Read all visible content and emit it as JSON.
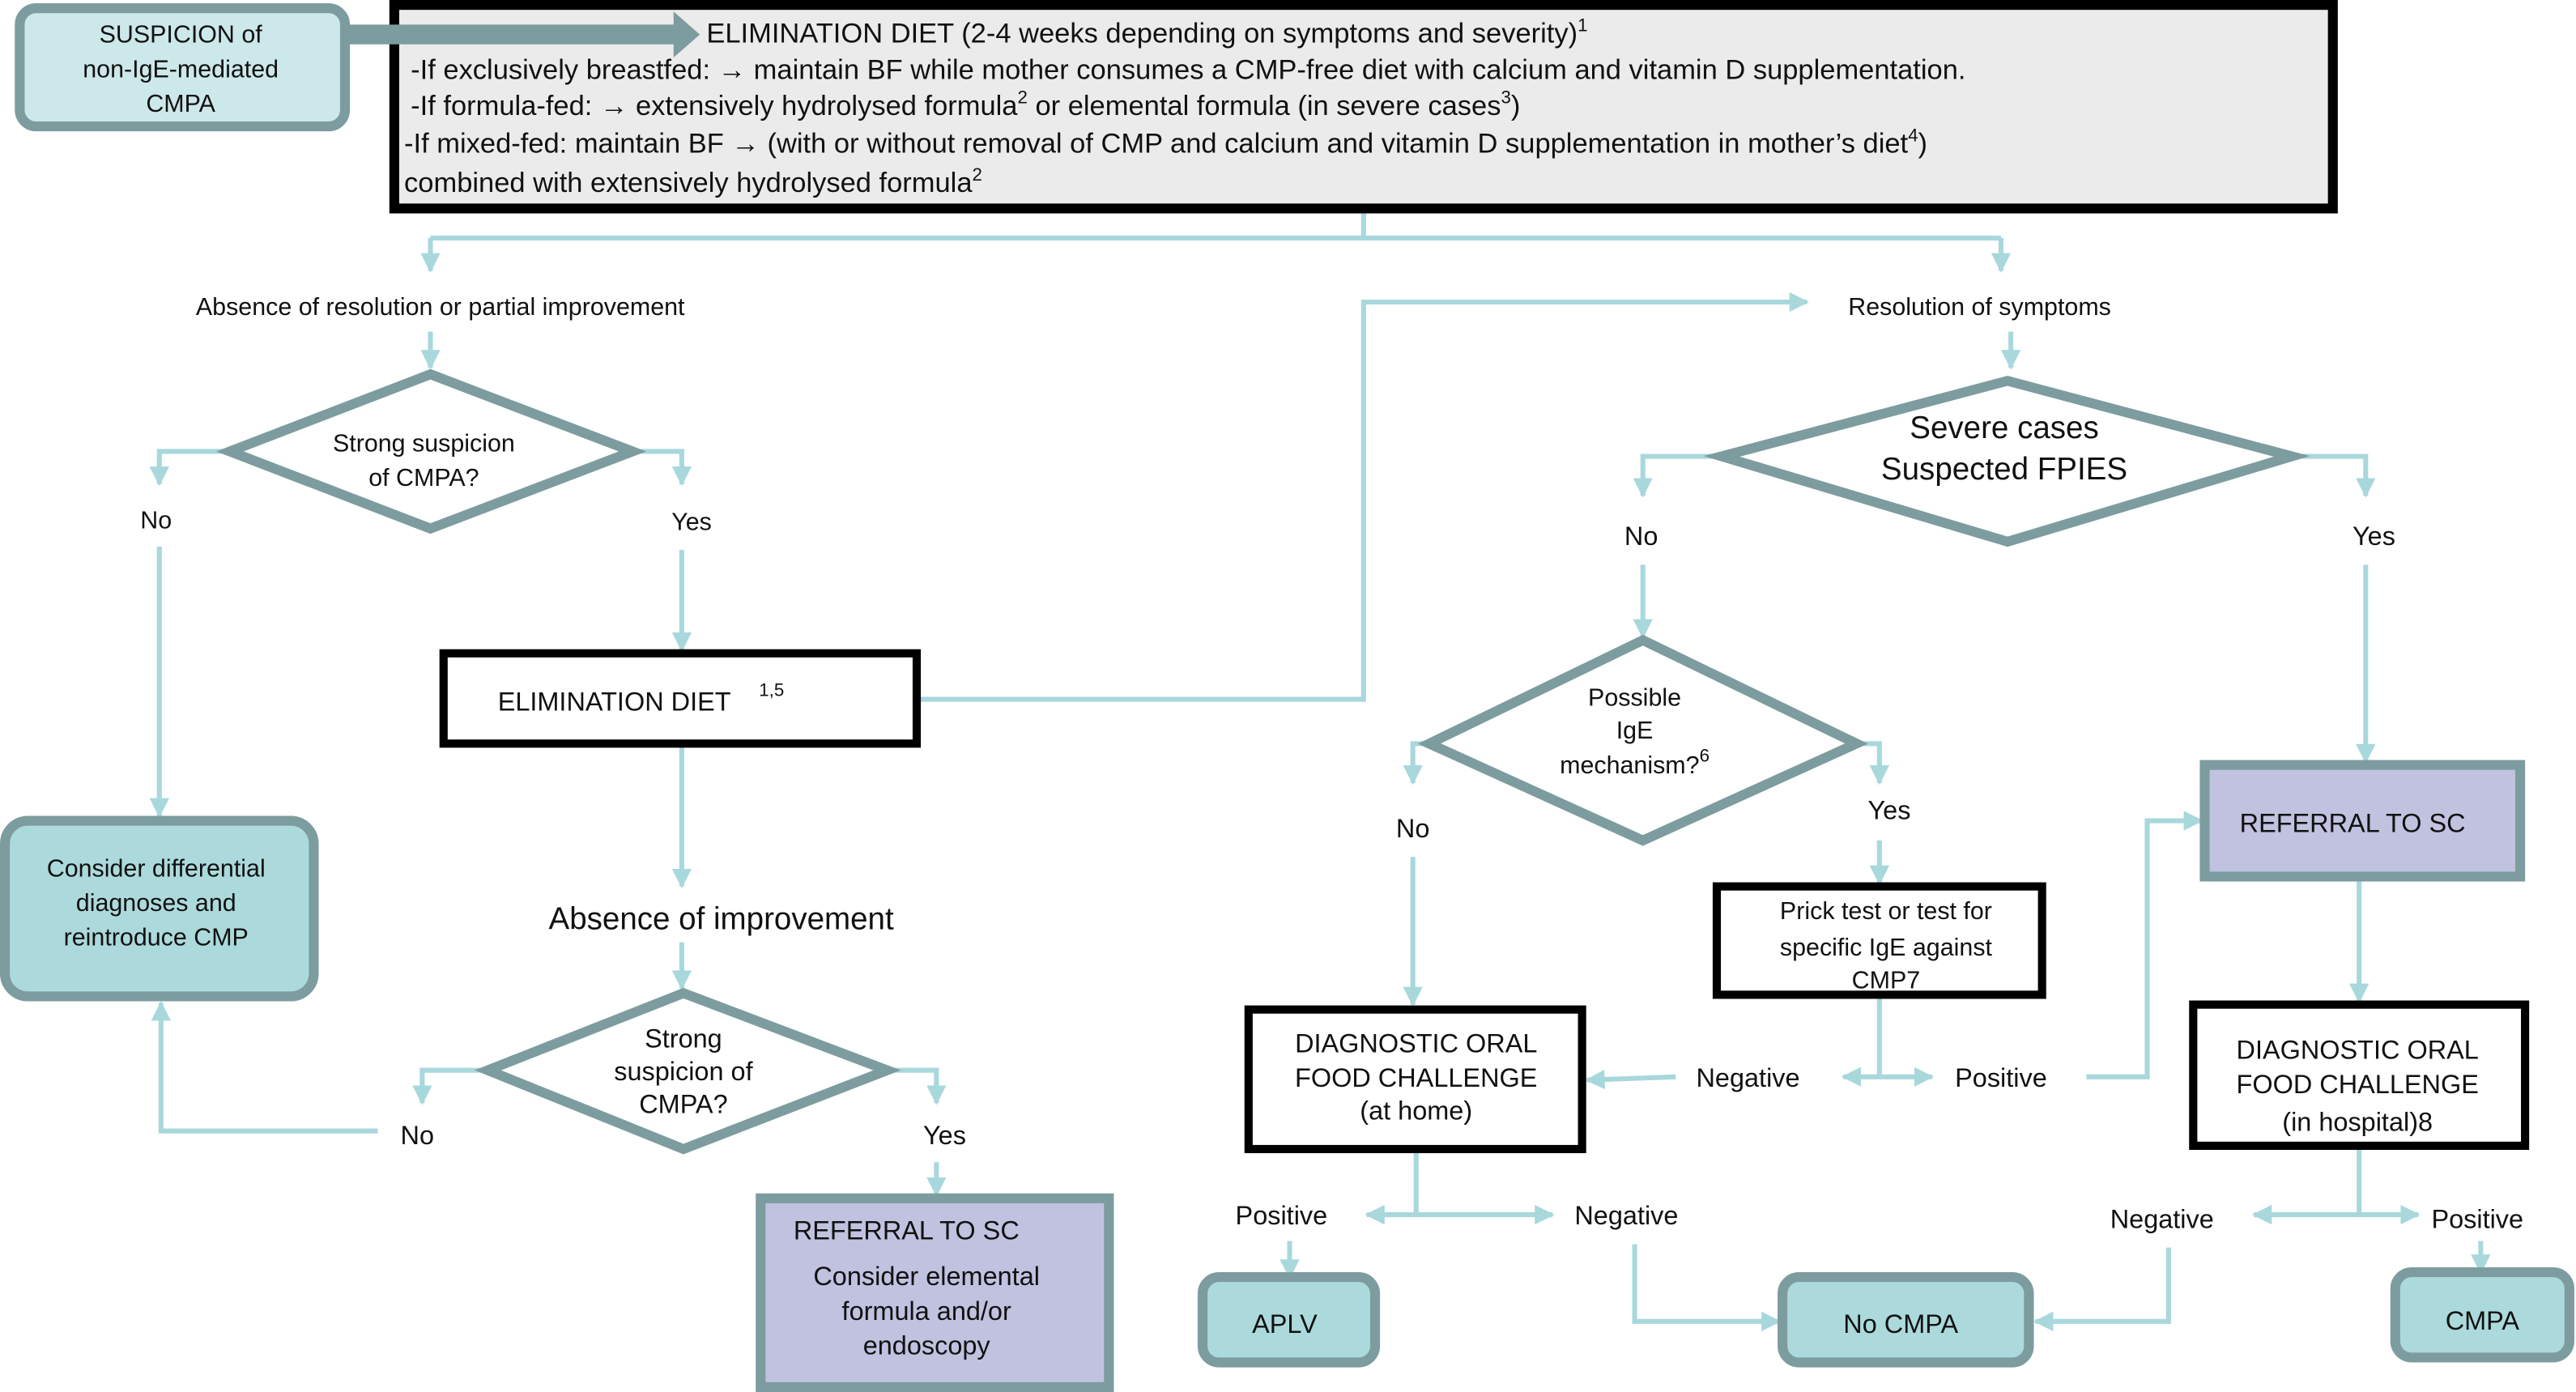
{
  "colors": {
    "connector": "#a8d8dc",
    "outcome_fill": "#acdadc",
    "suspicion_fill": "#cde8ea",
    "referral_fill": "#c0c2e0",
    "shape_border": "#7d9c9f",
    "header_fill": "#ebebeb"
  },
  "start": {
    "lines": [
      "SUSPICION of",
      "non-IgE-mediated",
      "CMPA"
    ]
  },
  "header": {
    "title": "ELIMINATION DIET (2-4 weeks depending on symptoms and severity)",
    "title_sup": "1",
    "line1": "-If exclusively breastfed: → maintain BF while mother consumes a CMP-free diet with calcium and vitamin D supplementation.",
    "line2a": "-If formula-fed: → extensively hydrolysed formula",
    "line2a_sup": "2",
    "line2b": " or elemental formula (in severe cases",
    "line2b_sup": "3",
    "line2c": ")",
    "line3a": "-If mixed-fed: maintain BF → (with or without removal of CMP and calcium and vitamin D supplementation in mother’s diet",
    "line3a_sup": "4",
    "line3b": ")",
    "line4": "combined with extensively hydrolysed formula",
    "line4_sup": "2"
  },
  "left": {
    "absence_partial": "Absence of resolution or partial improvement",
    "decision1": [
      "Strong suspicion",
      "of CMPA?"
    ],
    "no": "No",
    "yes": "Yes",
    "differential": [
      "Consider differential",
      "diagnoses and",
      "reintroduce CMP"
    ],
    "elim_diet": "ELIMINATION DIET",
    "elim_diet_sup": "1,5",
    "absence_improvement": "Absence of improvement",
    "decision2": [
      "Strong",
      "suspicion of",
      "CMPA?"
    ],
    "no2": "No",
    "yes2": "Yes",
    "referral_title": "REFERRAL TO SC",
    "referral_body": [
      "Consider elemental",
      "formula and/or",
      "endoscopy"
    ]
  },
  "right": {
    "resolution": "Resolution of symptoms",
    "decision_severe": [
      "Severe cases",
      "Suspected FPIES"
    ],
    "no": "No",
    "yes": "Yes",
    "decision_ige": [
      "Possible",
      "IgE",
      "mechanism?"
    ],
    "decision_ige_sup": "6",
    "no2": "No",
    "yes2": "Yes",
    "prick": [
      "Prick test or test for",
      "specific IgE against",
      "CMP7"
    ],
    "negative": "Negative",
    "positive": "Positive",
    "ofc_home": [
      "DIAGNOSTIC ORAL",
      "FOOD CHALLENGE",
      "(at home)"
    ],
    "referral": "REFERRAL TO SC",
    "ofc_hospital": [
      "DIAGNOSTIC ORAL",
      "FOOD CHALLENGE",
      "(in hospital)8"
    ],
    "home_positive": "Positive",
    "home_negative": "Negative",
    "hosp_negative": "Negative",
    "hosp_positive": "Positive",
    "aplv": "APLV",
    "no_cmpa": "No CMPA",
    "cmpa": "CMPA"
  }
}
